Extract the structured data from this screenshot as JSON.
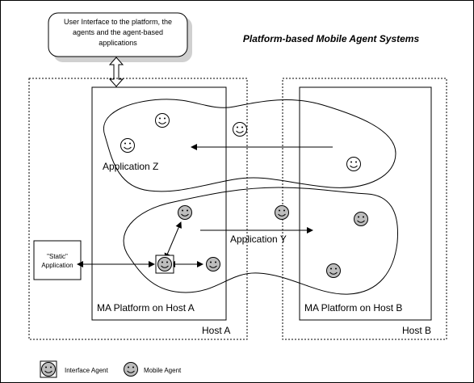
{
  "title": "Platform-based Mobile Agent Systems",
  "ui_box": {
    "lines": [
      "User Interface to  the platform, the",
      "agents and the agent-based",
      "applications"
    ]
  },
  "hosts": [
    {
      "label": "Host A",
      "platform_label": "MA Platform on Host A"
    },
    {
      "label": "Host B",
      "platform_label": "MA Platform on Host B"
    }
  ],
  "applications": [
    {
      "label": "Application Z"
    },
    {
      "label": "Application Y"
    }
  ],
  "static_app": {
    "lines": [
      "\"Static\"",
      "Application"
    ]
  },
  "legend": {
    "interface_agent": "Interface Agent",
    "mobile_agent": "Mobile Agent"
  },
  "colors": {
    "frame": "#000000",
    "mobile_agent_gray": "#bdbdbd",
    "agent_white": "#ffffff",
    "ui_box_shadow": "#d0d0d0"
  }
}
